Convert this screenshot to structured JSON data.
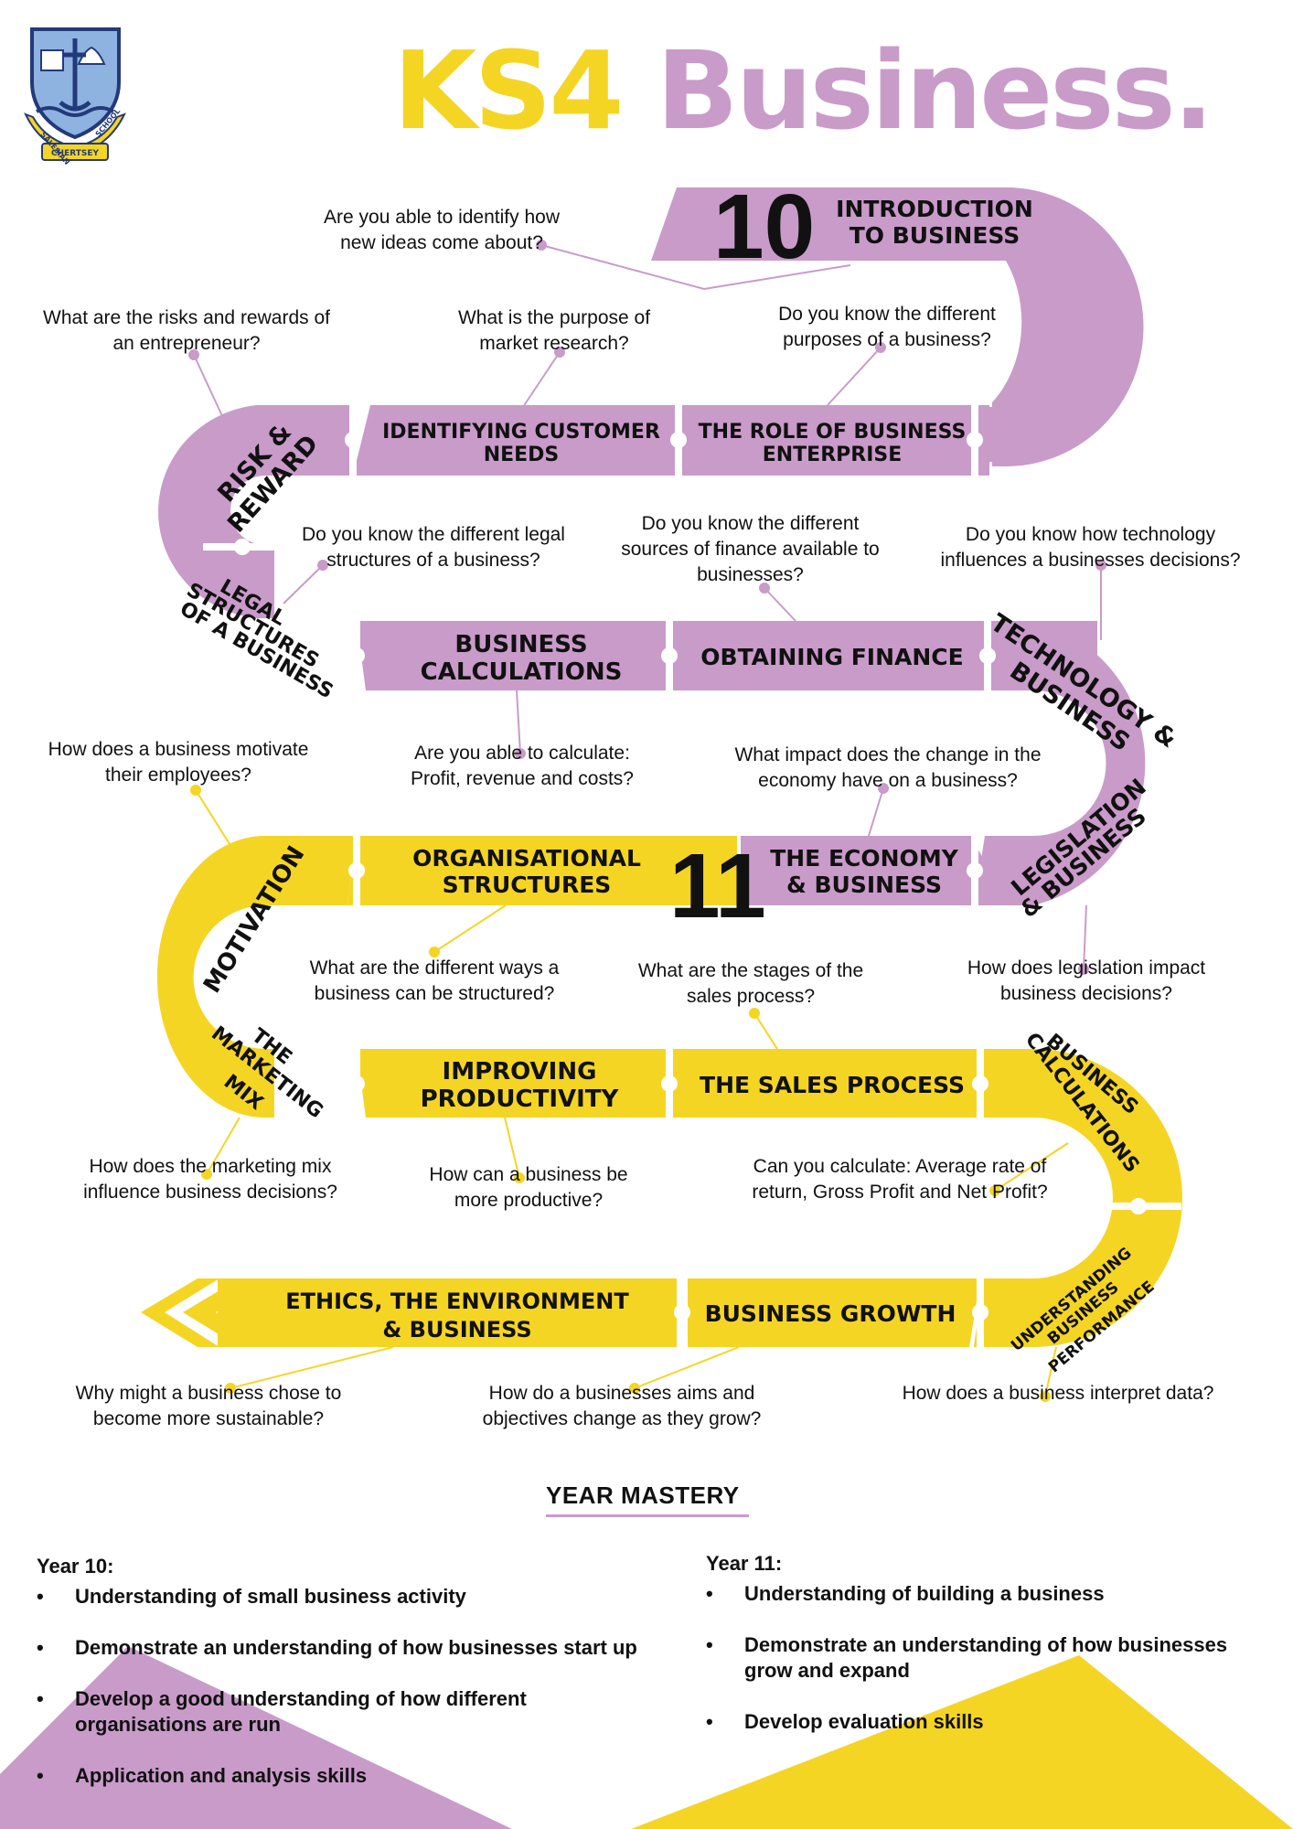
{
  "title": {
    "part1": "KS4",
    "part2": "Business."
  },
  "school_logo": {
    "name": "Salesian School Chertsey crest",
    "text": [
      "SALESIAN",
      "SCHOOL",
      "CHERTSEY"
    ]
  },
  "colors": {
    "yellow": "#f5d524",
    "purple": "#c99bc9"
  },
  "year_markers": {
    "year10": "10",
    "year11": "11"
  },
  "year10_topics": [
    "INTRODUCTION TO BUSINESS",
    "THE ROLE OF BUSINESS ENTERPRISE",
    "IDENTIFYING CUSTOMER NEEDS",
    "RISK & REWARD",
    "LEGAL STRUCTURES OF A BUSINESS",
    "BUSINESS CALCULATIONS",
    "OBTAINING FINANCE",
    "TECHNOLOGY & BUSINESS",
    "LEGISLATION & BUSINESS",
    "THE ECONOMY & BUSINESS"
  ],
  "year11_topics": [
    "ORGANISATIONAL STRUCTURES",
    "MOTIVATION",
    "THE MARKETING MIX",
    "IMPROVING PRODUCTIVITY",
    "THE SALES PROCESS",
    "BUSINESS CALCULATIONS",
    "UNDERSTANDING BUSINESS PERFORMANCE",
    "BUSINESS GROWTH",
    "ETHICS, THE ENVIRONMENT & BUSINESS"
  ],
  "questions": {
    "q1": "Are you able to identify how new ideas come about?",
    "q2": "What are the risks and rewards of an entrepreneur?",
    "q3": "What is the purpose of market research?",
    "q4": "Do you know the different purposes of a business?",
    "q5": "Do you know the different legal structures of a business?",
    "q6": "Do you know the different sources of finance available to businesses?",
    "q7": "Do you know how technology influences a businesses decisions?",
    "q8": "How does a business motivate their employees?",
    "q9": "Are you able to calculate: Profit, revenue and costs?",
    "q10": "What impact does the change in the economy have on a business?",
    "q11": "What are the different ways a business can be structured?",
    "q12": "What are the stages of the sales process?",
    "q13": "How does legislation impact business decisions?",
    "q14": "How does the marketing mix influence business decisions?",
    "q15": "How can a business be more productive?",
    "q16": "Can you calculate: Average rate of return, Gross Profit and Net Profit?",
    "q17": "Why might a business chose to become more sustainable?",
    "q18": "How do a businesses aims and objectives change as they grow?",
    "q19": "How does a business interpret data?"
  },
  "mastery": {
    "heading": "YEAR MASTERY",
    "year10": {
      "heading": "Year 10:",
      "items": [
        "Understanding of small business activity",
        "Demonstrate an understanding of how businesses start up",
        "Develop a good understanding of how different organisations are run",
        "Application and analysis skills"
      ]
    },
    "year11": {
      "heading": "Year 11:",
      "items": [
        "Understanding of building a business",
        "Demonstrate an understanding of how businesses grow and expand",
        "Develop evaluation skills"
      ]
    }
  }
}
